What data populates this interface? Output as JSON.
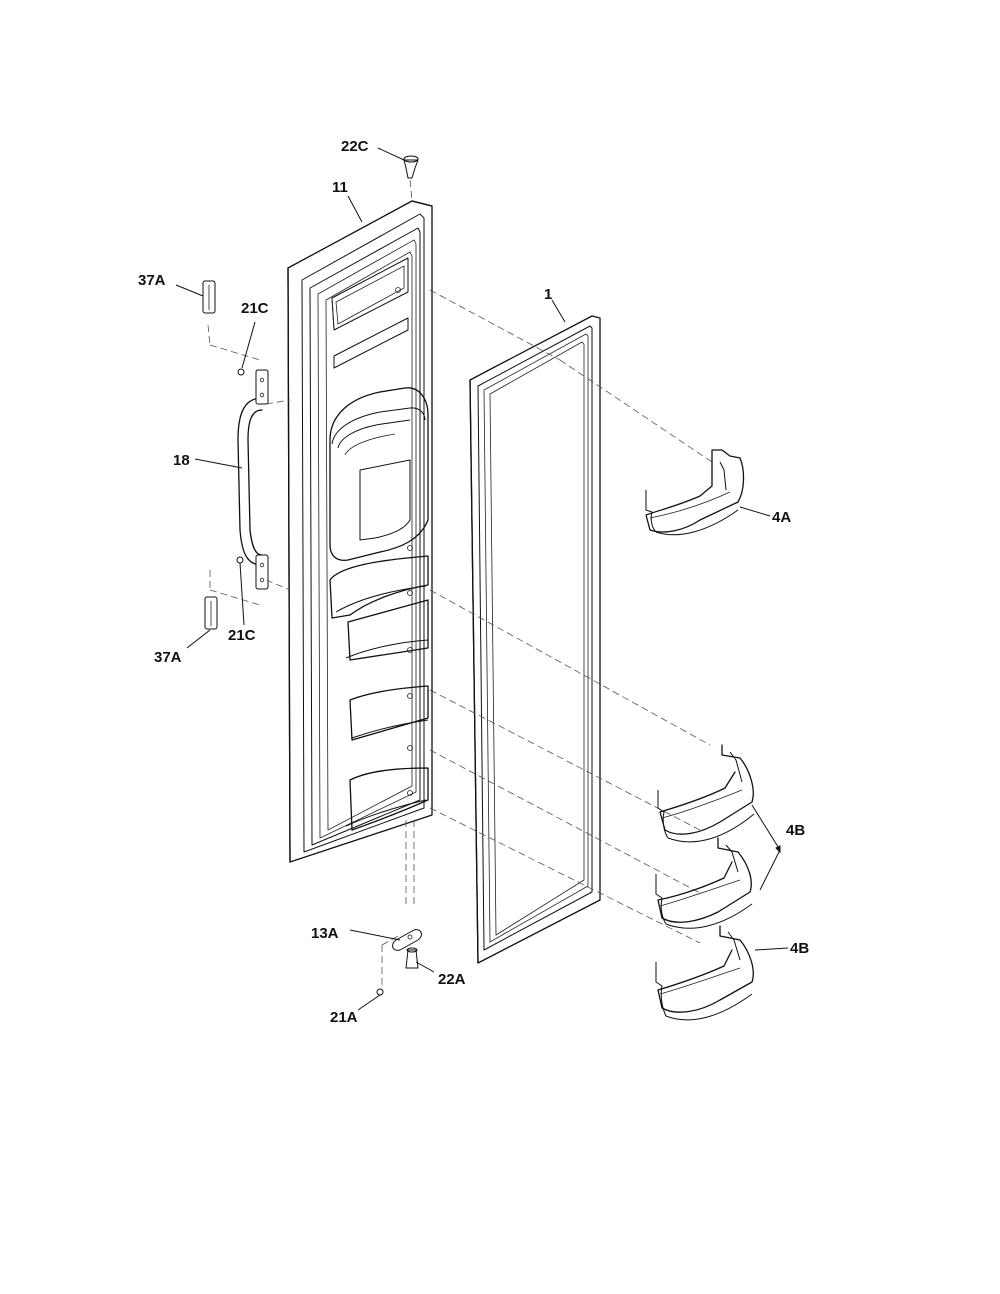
{
  "labels": {
    "part_22C": "22C",
    "part_11": "11",
    "part_37A_top": "37A",
    "part_21C_top": "21C",
    "part_1": "1",
    "part_18": "18",
    "part_4A": "4A",
    "part_37A_bottom": "37A",
    "part_21C_bottom": "21C",
    "part_4B_pair": "4B",
    "part_13A": "13A",
    "part_22A": "22A",
    "part_4B_single": "4B",
    "part_21A": "21A"
  }
}
